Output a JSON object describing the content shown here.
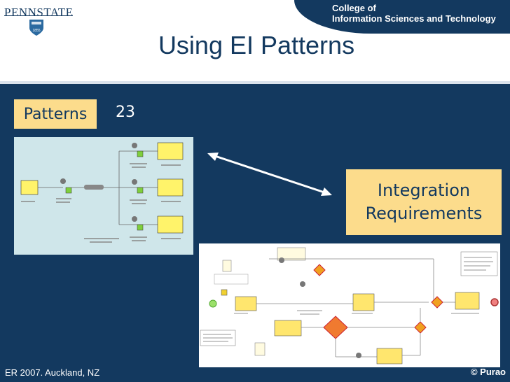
{
  "header": {
    "logo_text": "PENNSTATE",
    "shield_year": "1855",
    "college_line1": "College of",
    "college_line2": "Information Sciences and Technology",
    "title": "Using EI Patterns"
  },
  "content": {
    "patterns_label": "Patterns",
    "patterns_count": "23",
    "requirements_line1": "Integration",
    "requirements_line2": "Requirements"
  },
  "footer": {
    "left": "ER 2007. Auckland, NZ",
    "right": "© Purao"
  },
  "colors": {
    "navy": "#13395f",
    "label_fill": "#fcdc8c",
    "diagram_bg": "#cfe6ea"
  }
}
